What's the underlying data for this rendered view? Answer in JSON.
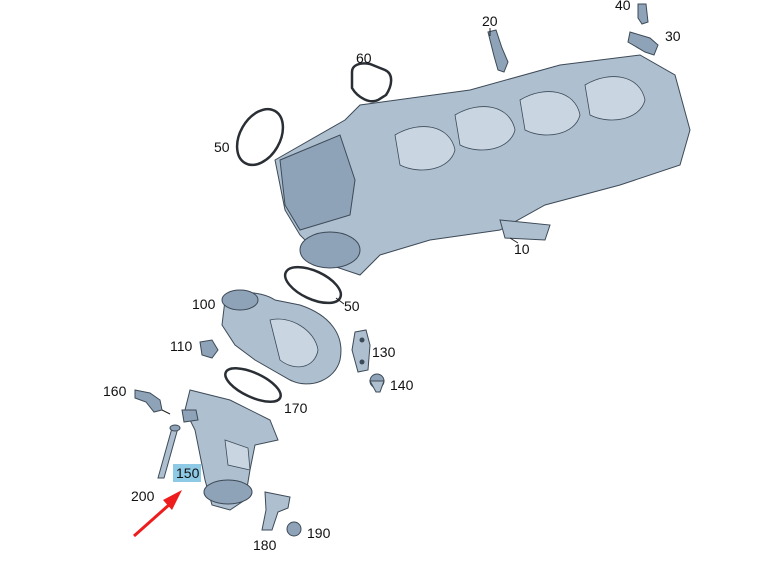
{
  "diagram": {
    "highlight_color": "#8ec9e6",
    "arrow_color": "#ee1c1c",
    "part_color": "#aebfd0",
    "labels": {
      "p10": "10",
      "p20": "20",
      "p30": "30",
      "p40": "40",
      "p50a": "50",
      "p50b": "50",
      "p60": "60",
      "p100": "100",
      "p110": "110",
      "p130": "130",
      "p140": "140",
      "p150": "150",
      "p160": "160",
      "p170": "170",
      "p180": "180",
      "p190": "190",
      "p200": "200"
    },
    "highlighted_part": "150"
  }
}
